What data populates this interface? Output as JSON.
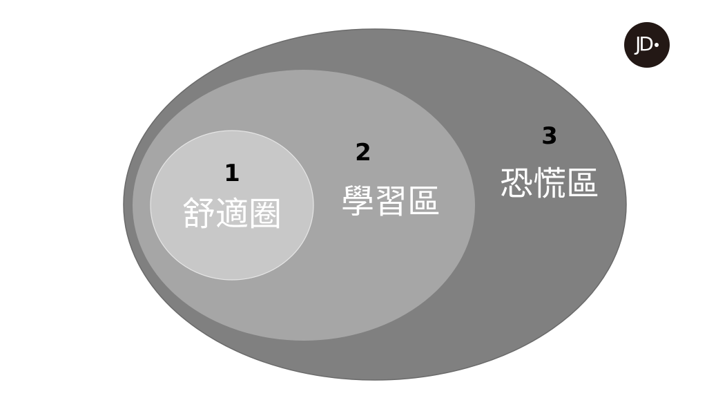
{
  "zones": {
    "panic": {
      "number": "3",
      "name": "恐慌區",
      "color": "#808080"
    },
    "learning": {
      "number": "2",
      "name": "學習區",
      "color": "#a6a6a6"
    },
    "comfort": {
      "number": "1",
      "name": "舒適圈",
      "color": "#c8c8c8"
    }
  },
  "logo": {
    "text": "JD"
  }
}
